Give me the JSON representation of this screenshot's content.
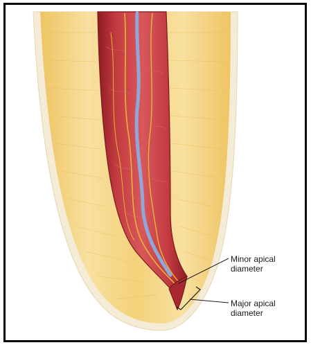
{
  "labels": {
    "minor_apical": {
      "line1": "Minor apical",
      "line2": "diameter"
    },
    "major_apical": {
      "line1": "Major apical",
      "line2": "diameter"
    }
  },
  "colors": {
    "dentin": "#f3d27a",
    "dentin_light": "#f8e4a6",
    "cementum": "#f5ecd8",
    "pulp": "#c0323a",
    "pulp_dark": "#8e1c24",
    "vein": "#8fa8d8",
    "nerve": "#e6b43a",
    "frame": "#000000"
  }
}
